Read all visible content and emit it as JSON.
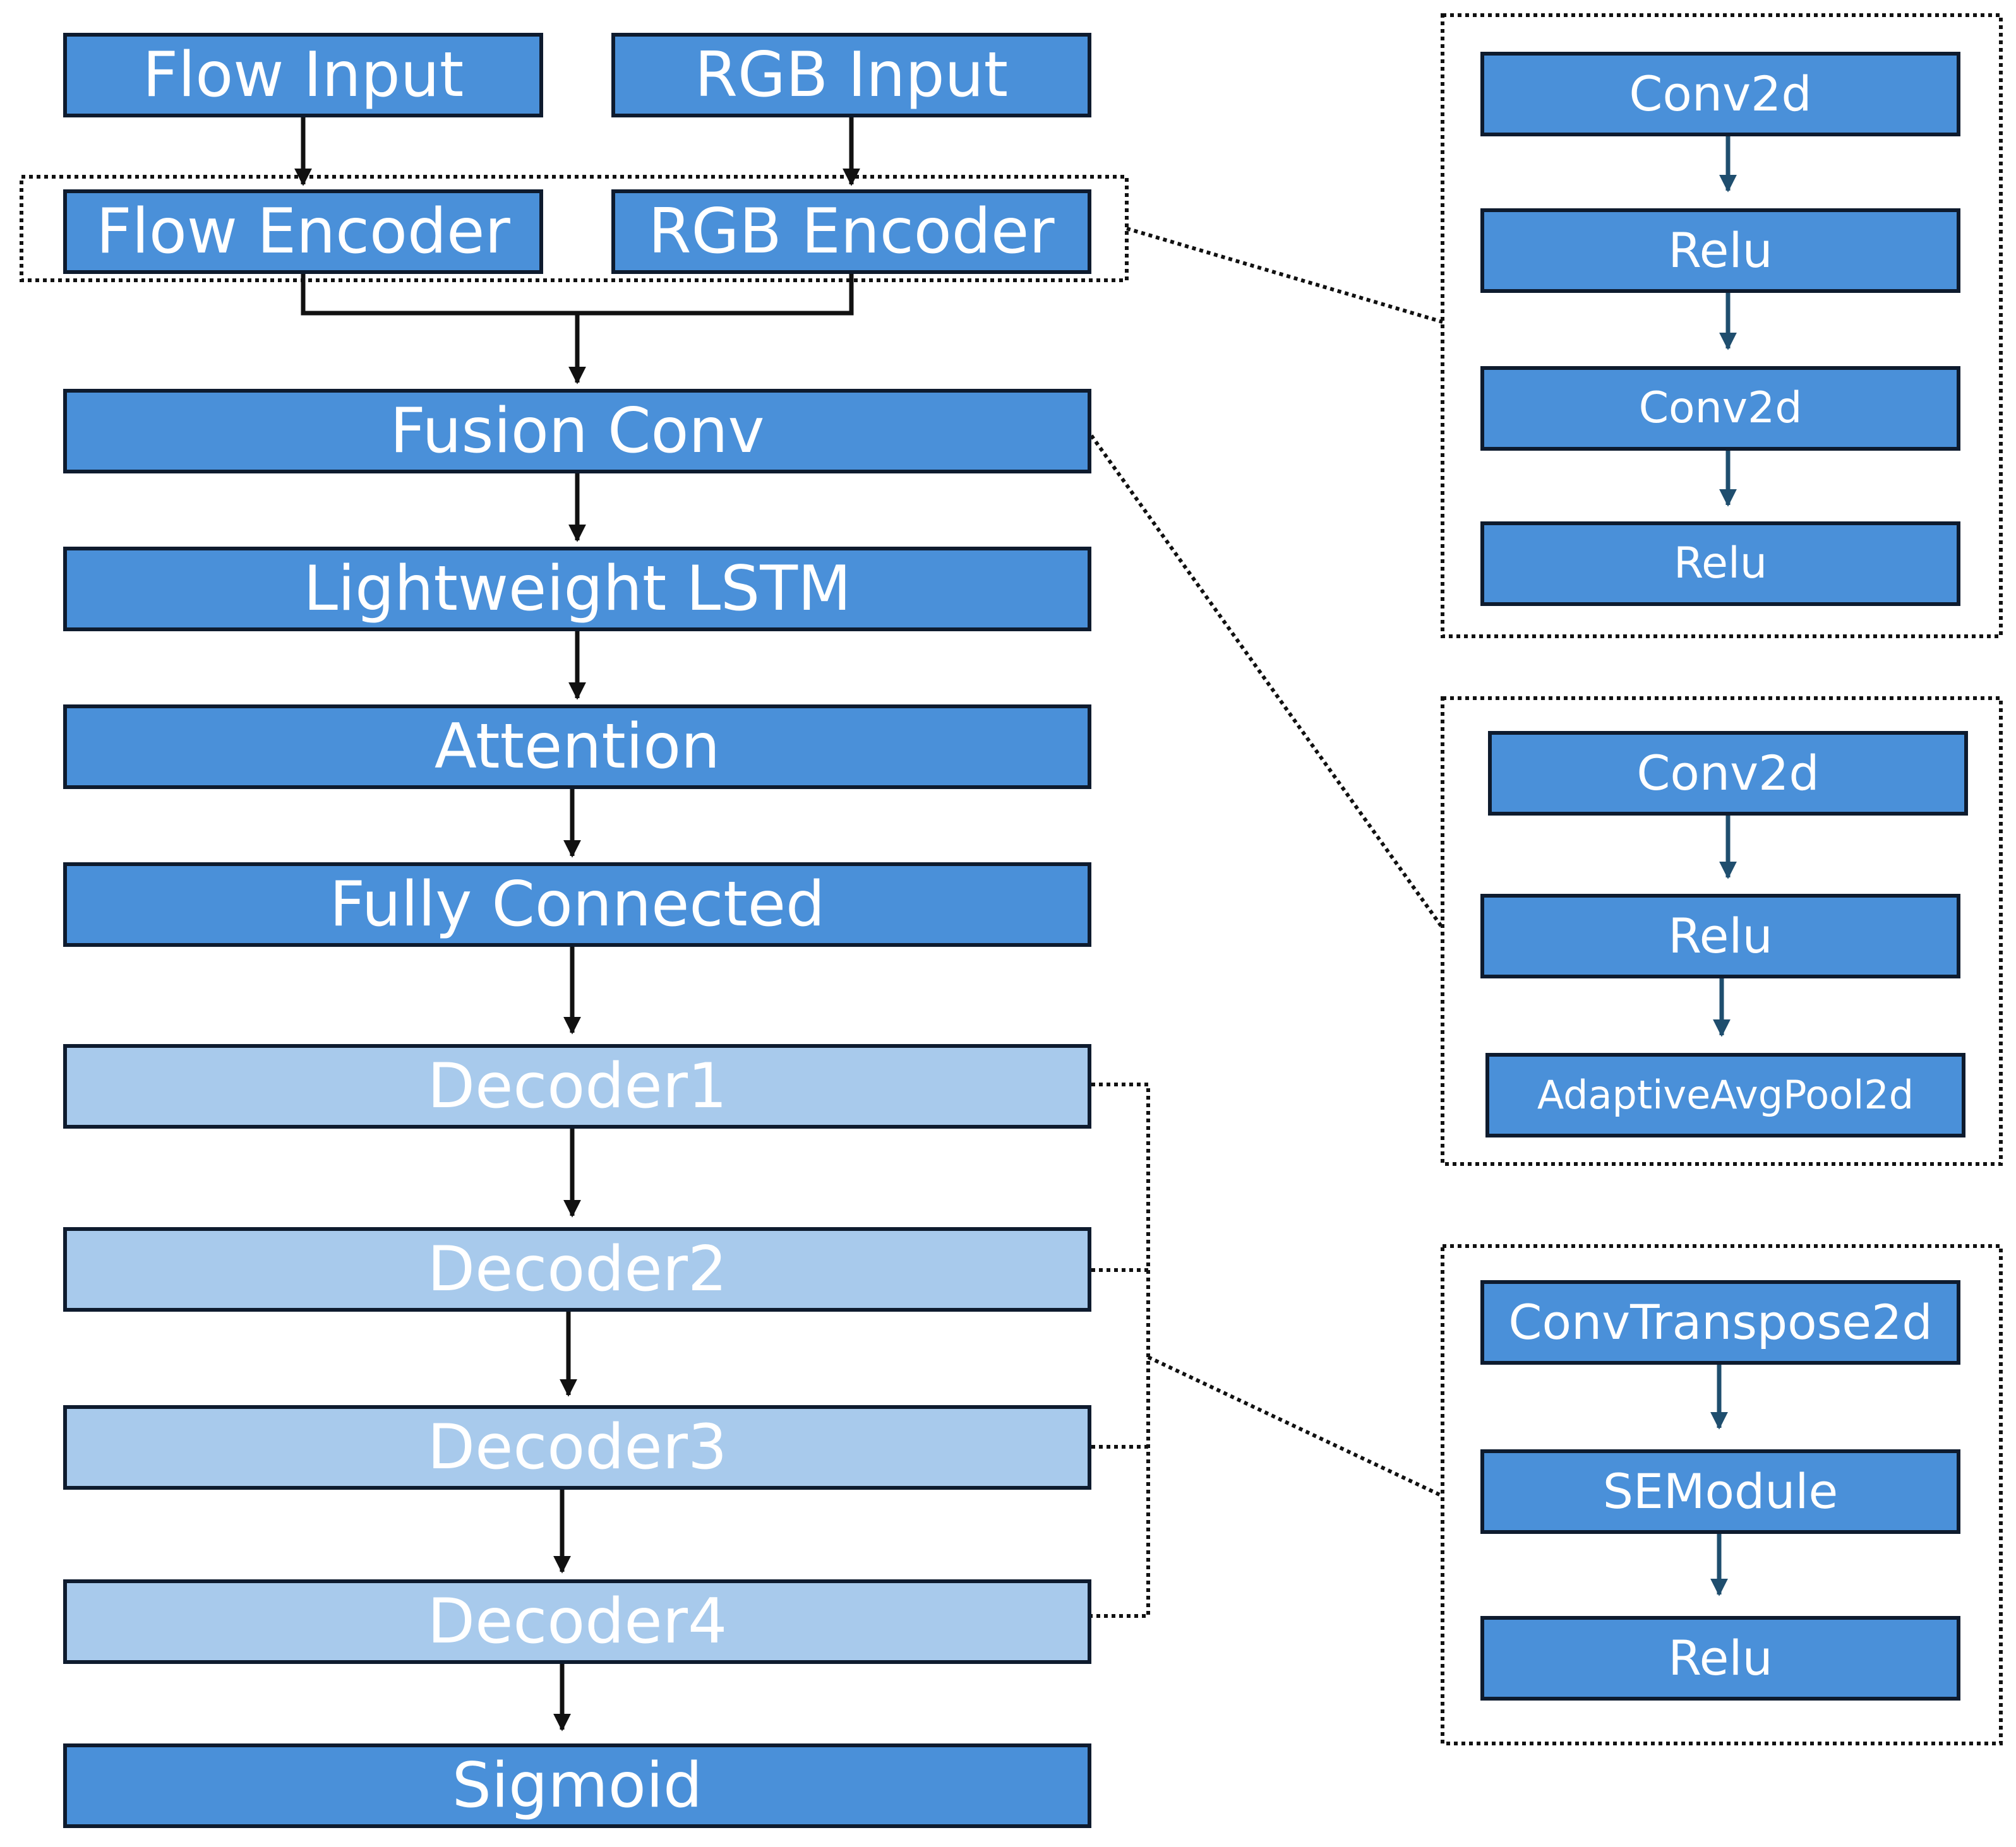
{
  "main_flow": {
    "flow_input": "Flow Input",
    "rgb_input": "RGB Input",
    "flow_encoder": "Flow Encoder",
    "rgb_encoder": "RGB Encoder",
    "fusion_conv": "Fusion Conv",
    "lightweight_lstm": "Lightweight LSTM",
    "attention": "Attention",
    "fully_connected": "Fully Connected",
    "decoder1": "Decoder1",
    "decoder2": "Decoder2",
    "decoder3": "Decoder3",
    "decoder4": "Decoder4",
    "sigmoid": "Sigmoid"
  },
  "encoder_detail": {
    "layers": [
      "Conv2d",
      "Relu",
      "Conv2d",
      "Relu"
    ]
  },
  "fusion_detail": {
    "layers": [
      "Conv2d",
      "Relu",
      "AdaptiveAvgPool2d"
    ]
  },
  "decoder_detail": {
    "layers": [
      "ConvTranspose2d",
      "SEModule",
      "Relu"
    ]
  },
  "colors": {
    "block_dark": "#4a90d9",
    "block_light": "#a8caec",
    "border": "#0e1b2e",
    "connector": "#111111",
    "detail_arrow": "#1f4e6e"
  }
}
